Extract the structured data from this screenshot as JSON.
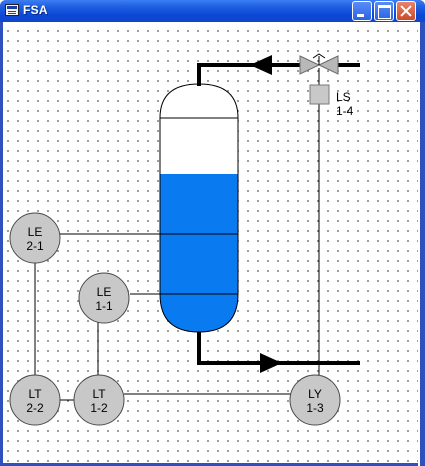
{
  "window": {
    "title": "FSA"
  },
  "instruments": {
    "le21": {
      "line1": "LE",
      "line2": "2-1"
    },
    "le11": {
      "line1": "LE",
      "line2": "1-1"
    },
    "lt22": {
      "line1": "LT",
      "line2": "2-2"
    },
    "lt12": {
      "line1": "LT",
      "line2": "1-2"
    },
    "ly13": {
      "line1": "LY",
      "line2": "1-3"
    },
    "ls14": {
      "line1": "LS",
      "line2": "1-4"
    }
  },
  "colors": {
    "liquid": "#0a7af0",
    "instrument_fill": "#c8c8c8",
    "pipe": "#000000",
    "titlebar": "#0a47d6"
  },
  "tank": {
    "liquid_level_fraction": 0.62
  }
}
